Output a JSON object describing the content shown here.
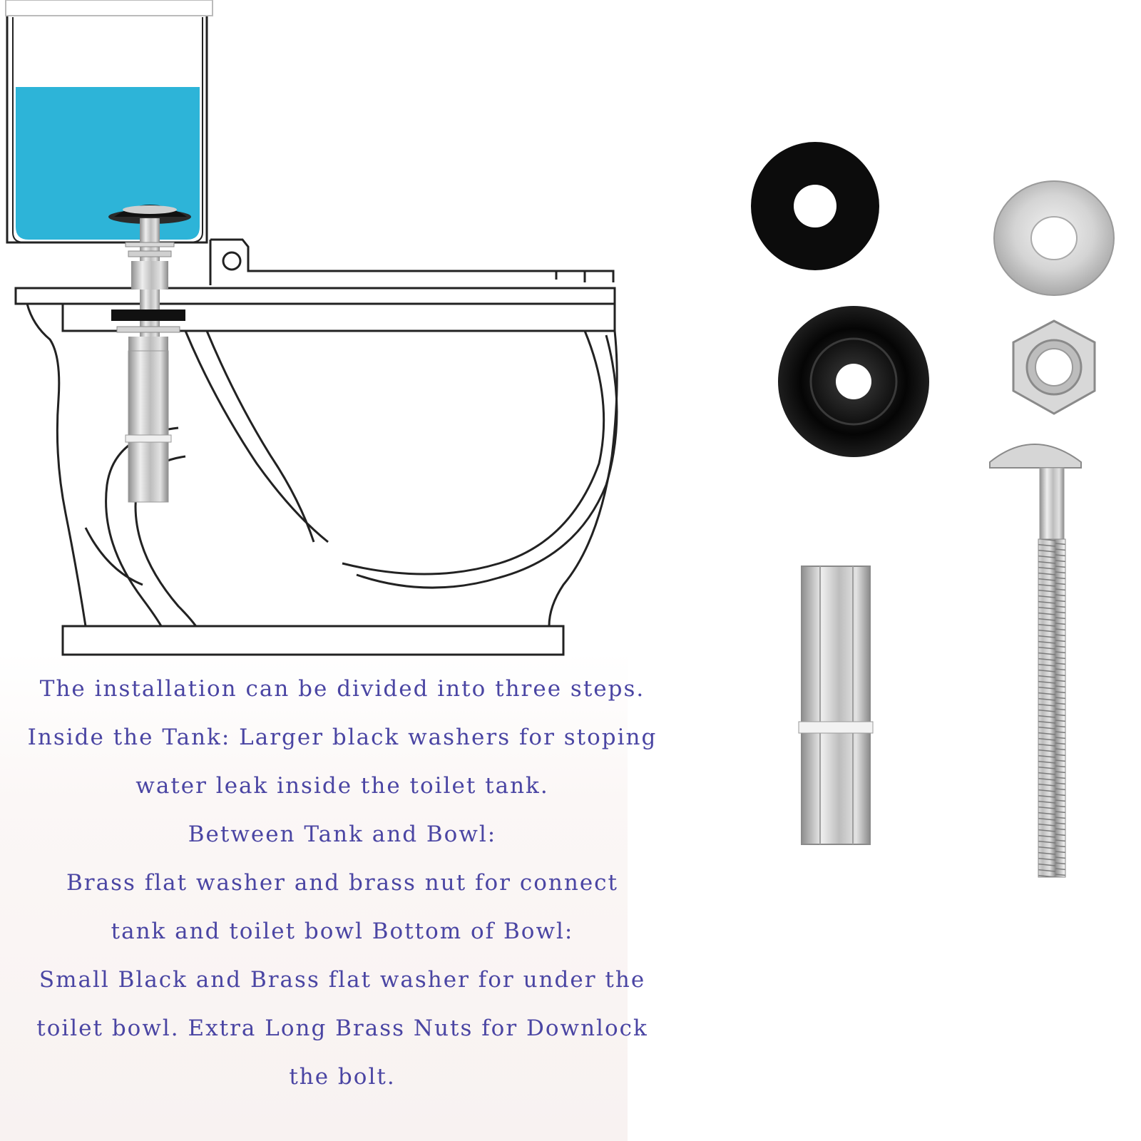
{
  "instructions": {
    "lines": [
      "The installation can be divided into three steps.",
      "Inside the Tank: Larger black washers for stoping",
      "water leak inside  the toilet tank.",
      "Between Tank and Bowl:",
      "Brass flat washer and brass nut for  connect",
      "tank and toilet bowl Bottom of Bowl:",
      "Small Black and Brass flat washer for under the",
      "toilet bowl. Extra Long Brass Nuts for Downlock",
      "the bolt."
    ]
  },
  "colors": {
    "water": "#2db4d8",
    "outline": "#222222",
    "rubber": "#111111",
    "metal": "#c9c9c9",
    "text": "#4a45a3"
  },
  "icons": {
    "toilet": "toilet-diagram-icon",
    "large_washer": "black-rubber-washer-icon",
    "cone_washer": "black-cone-washer-icon",
    "flat_washer": "flat-metal-washer-icon",
    "hex_nut": "hex-nut-icon",
    "bolt": "bolt-icon",
    "long_nut": "long-coupling-nut-icon"
  }
}
